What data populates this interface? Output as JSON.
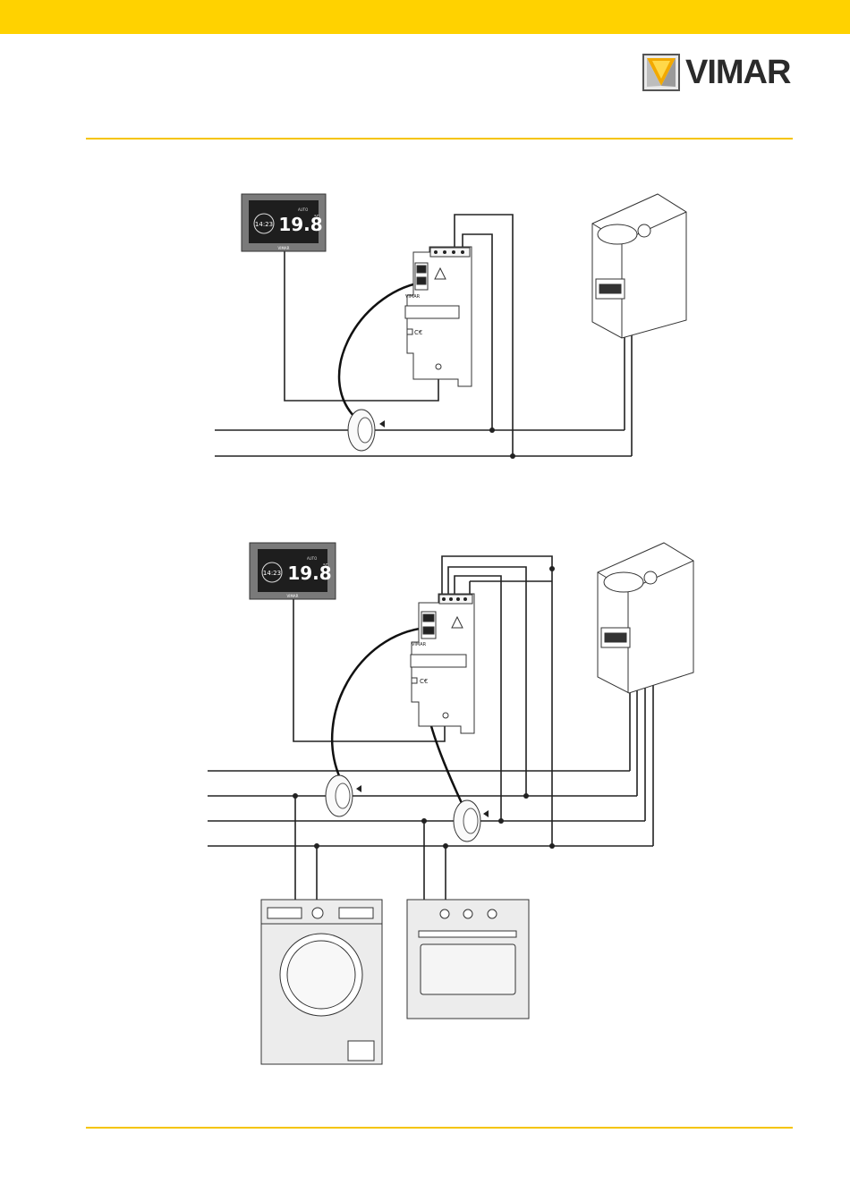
{
  "brand": {
    "name": "VIMAR"
  },
  "diagram1": {
    "display": {
      "clock": "14:23",
      "temperature": "19.8",
      "unit": "°C",
      "mode": "AUTO",
      "brand": "VIMAR"
    },
    "module": {
      "brand": "VIMAR",
      "ce": "C€"
    }
  },
  "diagram2": {
    "display": {
      "clock": "14:23",
      "temperature": "19.8",
      "unit": "°C",
      "mode": "AUTO",
      "brand": "VIMAR"
    },
    "module": {
      "brand": "VIMAR",
      "ce": "C€"
    }
  },
  "colors": {
    "accent": "#ffd200",
    "rule": "#f5c400",
    "line": "#222222"
  }
}
